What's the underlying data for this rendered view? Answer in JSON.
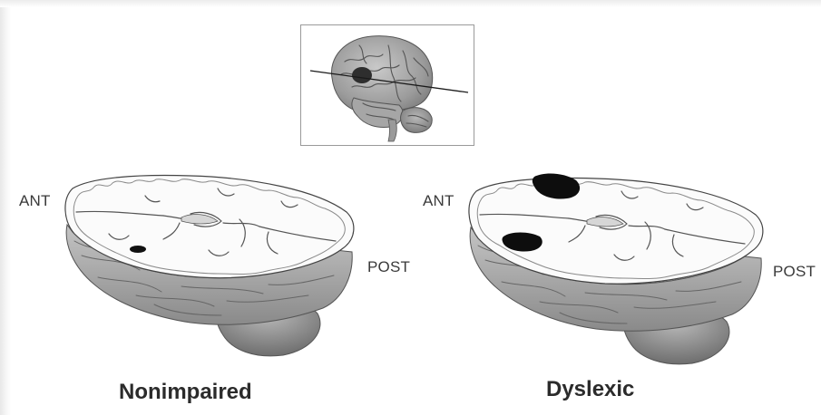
{
  "labels": {
    "left_ant": "ANT",
    "left_post": "POST",
    "right_ant": "ANT",
    "right_post": "POST"
  },
  "captions": {
    "left": "Nonimpaired",
    "right": "Dyslexic"
  }
}
